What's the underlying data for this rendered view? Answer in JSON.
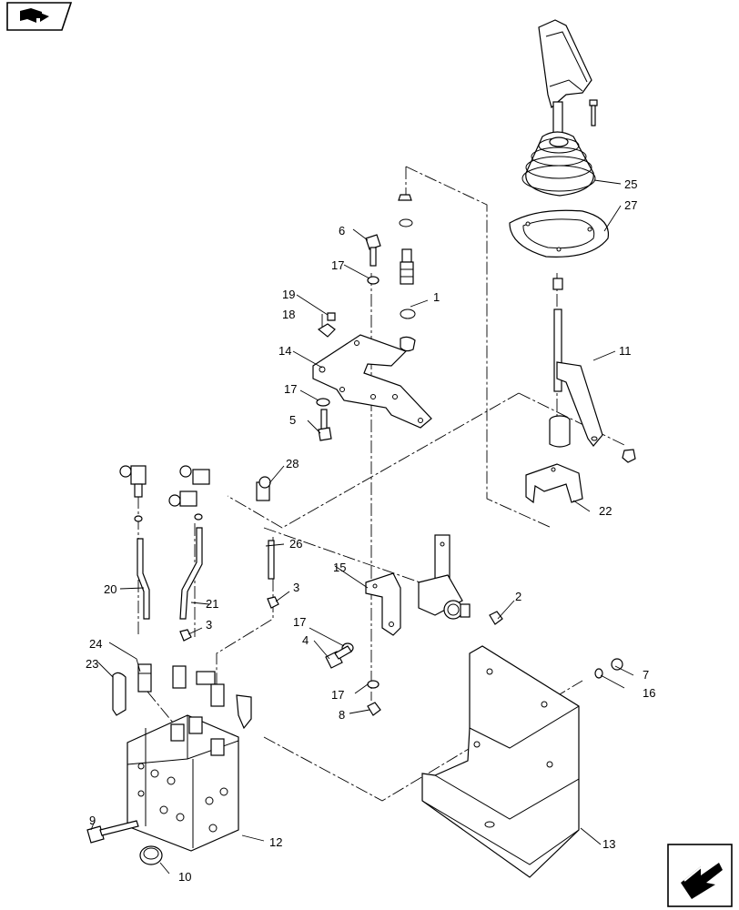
{
  "callouts": {
    "c1": "1",
    "c2": "2",
    "c3a": "3",
    "c3b": "3",
    "c4": "4",
    "c5": "5",
    "c6": "6",
    "c7": "7",
    "c8": "8",
    "c9": "9",
    "c10": "10",
    "c11": "11",
    "c12": "12",
    "c13": "13",
    "c14": "14",
    "c15": "15",
    "c16": "16",
    "c17a": "17",
    "c17b": "17",
    "c17c": "17",
    "c17d": "17",
    "c18": "18",
    "c19": "19",
    "c20": "20",
    "c21": "21",
    "c22": "22",
    "c23": "23",
    "c24": "24",
    "c25": "25",
    "c26": "26",
    "c27": "27",
    "c28": "28"
  },
  "icons": {
    "top_left": "book-arrow-icon",
    "bottom_right": "next-page-arrow-icon"
  }
}
